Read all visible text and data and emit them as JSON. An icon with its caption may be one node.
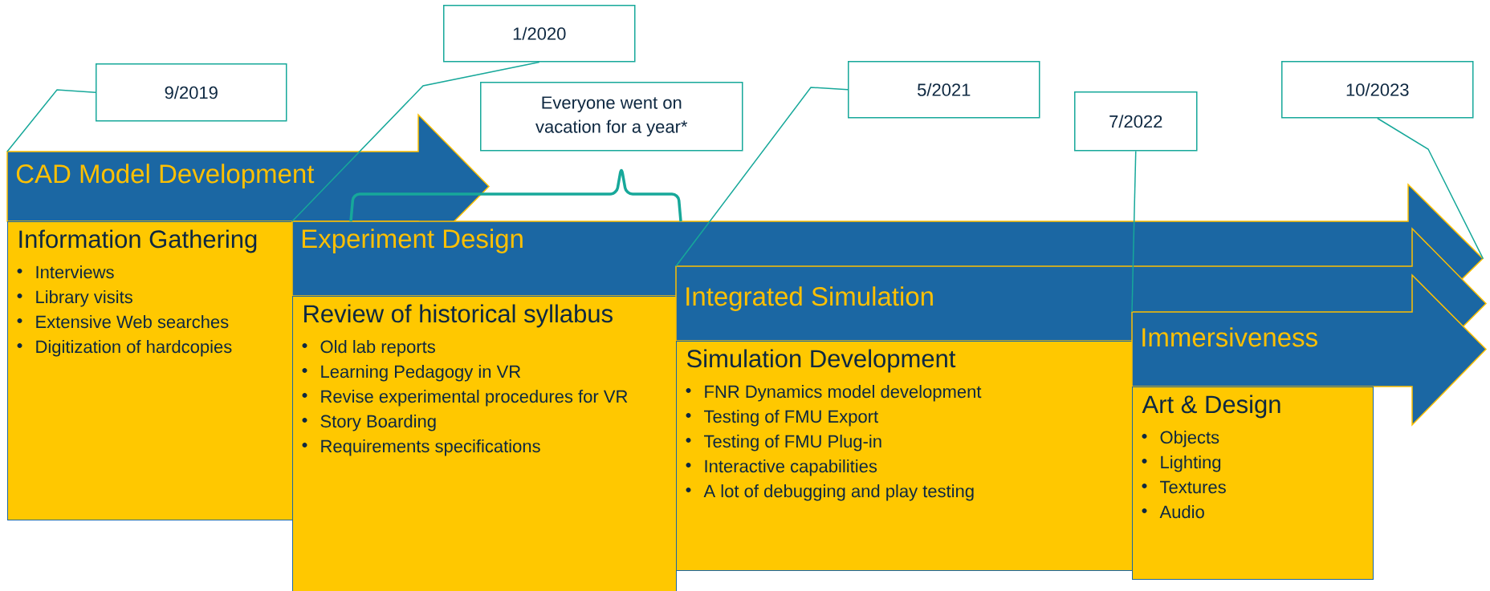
{
  "diagram": {
    "nodes": [
      {
        "text": [
          "CAD Model Development"
        ]
      },
      {
        "text": [
          "Information Gathering",
          "Interviews",
          "Library visits",
          "Extensive Web searches",
          "Digitization of hardcopies"
        ]
      },
      {
        "text": [
          "Experiment Design"
        ]
      },
      {
        "text": [
          "Review of historical syllabus",
          "Old lab reports",
          "Learning Pedagogy in VR",
          "Revise experimental procedures for VR",
          "Story Boarding",
          "Requirements specifications"
        ]
      },
      {
        "text": [
          "Integrated Simulation"
        ]
      },
      {
        "text": [
          "Simulation Development",
          "FNR Dynamics model development",
          "Testing of FMU Export",
          "Testing of FMU Plug-in",
          "Interactive capabilities",
          "A lot of debugging and play testing"
        ]
      },
      {
        "text": [
          "Immersiveness"
        ]
      },
      {
        "text": [
          "Art & Design",
          "Objects",
          "Lighting",
          "Textures",
          "Audio"
        ]
      },
      {
        "text": [
          "9/2019"
        ]
      },
      {
        "text": [
          "1/2020"
        ]
      },
      {
        "text": [
          "Everyone went on vacation for a year*"
        ]
      },
      {
        "text": [
          "5/2021"
        ]
      },
      {
        "text": [
          "7/2022"
        ]
      },
      {
        "text": [
          "10/2023"
        ]
      }
    ],
    "edges": [
      {
        "from": 8,
        "to": 0,
        "arrow": "none"
      },
      {
        "from": 9,
        "to": 2,
        "arrow": "none"
      },
      {
        "from": 11,
        "to": 4,
        "arrow": "none"
      },
      {
        "from": 12,
        "to": 6,
        "arrow": "none"
      },
      {
        "from": 13,
        "to": 2,
        "arrow": "none"
      }
    ]
  }
}
